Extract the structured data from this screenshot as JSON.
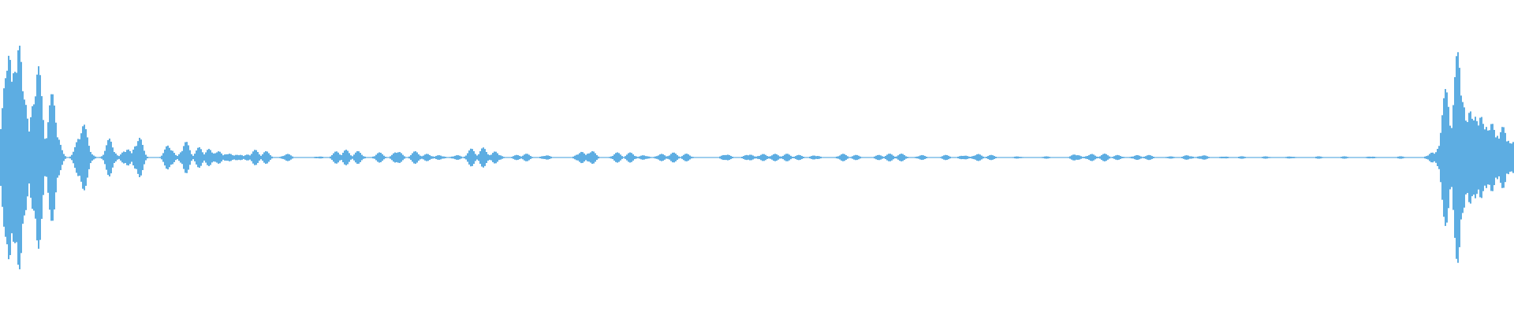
{
  "waveform": {
    "color": "#5DADE2",
    "background": "#FFFFFF",
    "clusters": [
      {
        "t": 0.003,
        "a": 0.62
      },
      {
        "t": 0.007,
        "a": 1.0
      },
      {
        "t": 0.013,
        "a": 0.93
      },
      {
        "t": 0.024,
        "a": 0.78
      },
      {
        "t": 0.034,
        "a": 0.5
      },
      {
        "t": 0.054,
        "a": 0.28
      },
      {
        "t": 0.072,
        "a": 0.15
      },
      {
        "t": 0.083,
        "a": 0.08
      },
      {
        "t": 0.091,
        "a": 0.18
      },
      {
        "t": 0.111,
        "a": 0.11
      },
      {
        "t": 0.122,
        "a": 0.13
      },
      {
        "t": 0.131,
        "a": 0.08
      },
      {
        "t": 0.137,
        "a": 0.07
      },
      {
        "t": 0.143,
        "a": 0.06
      },
      {
        "t": 0.15,
        "a": 0.04
      },
      {
        "t": 0.157,
        "a": 0.03
      },
      {
        "t": 0.164,
        "a": 0.03
      },
      {
        "t": 0.168,
        "a": 0.06
      },
      {
        "t": 0.175,
        "a": 0.05
      },
      {
        "t": 0.189,
        "a": 0.03
      },
      {
        "t": 0.21,
        "a": 0.01
      },
      {
        "t": 0.222,
        "a": 0.05
      },
      {
        "t": 0.228,
        "a": 0.06
      },
      {
        "t": 0.236,
        "a": 0.05
      },
      {
        "t": 0.25,
        "a": 0.04
      },
      {
        "t": 0.262,
        "a": 0.06
      },
      {
        "t": 0.274,
        "a": 0.05
      },
      {
        "t": 0.282,
        "a": 0.03
      },
      {
        "t": 0.29,
        "a": 0.02
      },
      {
        "t": 0.301,
        "a": 0.02
      },
      {
        "t": 0.311,
        "a": 0.07
      },
      {
        "t": 0.319,
        "a": 0.08
      },
      {
        "t": 0.327,
        "a": 0.05
      },
      {
        "t": 0.341,
        "a": 0.02
      },
      {
        "t": 0.347,
        "a": 0.03
      },
      {
        "t": 0.36,
        "a": 0.02
      },
      {
        "t": 0.383,
        "a": 0.05
      },
      {
        "t": 0.39,
        "a": 0.06
      },
      {
        "t": 0.407,
        "a": 0.04
      },
      {
        "t": 0.416,
        "a": 0.04
      },
      {
        "t": 0.425,
        "a": 0.02
      },
      {
        "t": 0.436,
        "a": 0.03
      },
      {
        "t": 0.444,
        "a": 0.04
      },
      {
        "t": 0.453,
        "a": 0.03
      },
      {
        "t": 0.479,
        "a": 0.03
      },
      {
        "t": 0.494,
        "a": 0.03
      },
      {
        "t": 0.503,
        "a": 0.03
      },
      {
        "t": 0.511,
        "a": 0.03
      },
      {
        "t": 0.519,
        "a": 0.03
      },
      {
        "t": 0.527,
        "a": 0.02
      },
      {
        "t": 0.538,
        "a": 0.02
      },
      {
        "t": 0.556,
        "a": 0.03
      },
      {
        "t": 0.565,
        "a": 0.02
      },
      {
        "t": 0.58,
        "a": 0.02
      },
      {
        "t": 0.587,
        "a": 0.03
      },
      {
        "t": 0.595,
        "a": 0.03
      },
      {
        "t": 0.608,
        "a": 0.02
      },
      {
        "t": 0.624,
        "a": 0.02
      },
      {
        "t": 0.636,
        "a": 0.02
      },
      {
        "t": 0.645,
        "a": 0.03
      },
      {
        "t": 0.654,
        "a": 0.02
      },
      {
        "t": 0.672,
        "a": 0.01
      },
      {
        "t": 0.69,
        "a": 0.01
      },
      {
        "t": 0.71,
        "a": 0.03
      },
      {
        "t": 0.72,
        "a": 0.03
      },
      {
        "t": 0.729,
        "a": 0.03
      },
      {
        "t": 0.738,
        "a": 0.02
      },
      {
        "t": 0.75,
        "a": 0.02
      },
      {
        "t": 0.758,
        "a": 0.02
      },
      {
        "t": 0.772,
        "a": 0.01
      },
      {
        "t": 0.784,
        "a": 0.02
      },
      {
        "t": 0.794,
        "a": 0.02
      },
      {
        "t": 0.808,
        "a": 0.01
      },
      {
        "t": 0.82,
        "a": 0.01
      },
      {
        "t": 0.836,
        "a": 0.01
      },
      {
        "t": 0.852,
        "a": 0.01
      },
      {
        "t": 0.87,
        "a": 0.01
      },
      {
        "t": 0.888,
        "a": 0.01
      },
      {
        "t": 0.905,
        "a": 0.01
      },
      {
        "t": 0.925,
        "a": 0.01
      },
      {
        "t": 0.945,
        "a": 0.04
      },
      {
        "t": 0.955,
        "a": 0.55
      },
      {
        "t": 0.963,
        "a": 0.88
      },
      {
        "t": 0.972,
        "a": 0.46
      },
      {
        "t": 0.979,
        "a": 0.38
      },
      {
        "t": 0.986,
        "a": 0.3
      },
      {
        "t": 0.993,
        "a": 0.26
      },
      {
        "t": 0.999,
        "a": 0.12
      }
    ]
  }
}
